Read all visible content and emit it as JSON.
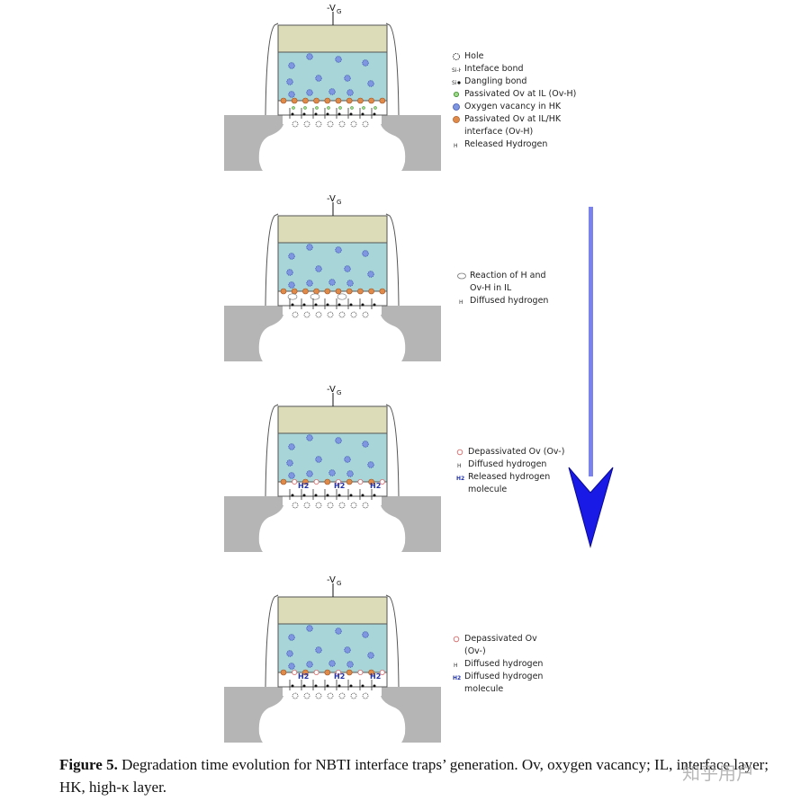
{
  "gate_voltage_label": "-V",
  "gate_voltage_sub": "G",
  "colors": {
    "gate": "#dcdcb8",
    "hk": "#a8d6d8",
    "substrate": "#b5b5b5",
    "ov_hk": "#7f96e0",
    "ov_interface": "#e08a4a",
    "ov_il": "#9ed98a",
    "arrow": "#1a1ae6"
  },
  "panels": [
    {
      "id": "p1",
      "legend": [
        {
          "icon": "hole-icon",
          "text": "Hole"
        },
        {
          "icon": "interface-bond-icon",
          "text": "Inteface bond"
        },
        {
          "icon": "dangling-bond-icon",
          "text": "Dangling bond"
        },
        {
          "icon": "passivated-ov-il-icon",
          "text": "Passivated Ov at IL (Ov-H)"
        },
        {
          "icon": "oxygen-vacancy-icon",
          "text": "Oxygen vacancy in HK"
        },
        {
          "icon": "passivated-ov-ilhk-icon",
          "text": "Passivated Ov at IL/HK\n interface (Ov-H)"
        },
        {
          "icon": "released-hydrogen-icon",
          "text": "Released Hydrogen"
        }
      ]
    },
    {
      "id": "p2",
      "legend": [
        {
          "icon": "reaction-icon",
          "text": "Reaction of H and\nOv-H in IL"
        },
        {
          "icon": "diffused-hydrogen-icon",
          "text": "Diffused hydrogen"
        }
      ]
    },
    {
      "id": "p3",
      "legend": [
        {
          "icon": "depassivated-ov-icon",
          "text": "Depassivated Ov (Ov-)"
        },
        {
          "icon": "diffused-hydrogen-icon",
          "text": "Diffused hydrogen"
        },
        {
          "icon": "hydrogen-molecule-icon",
          "text": "Released hydrogen\nmolecule"
        }
      ]
    },
    {
      "id": "p4",
      "legend": [
        {
          "icon": "depassivated-ov-icon",
          "text": "Depassivated Ov\n (Ov-)"
        },
        {
          "icon": "diffused-hydrogen-icon",
          "text": "Diffused hydrogen"
        },
        {
          "icon": "hydrogen-molecule-icon",
          "text": "Diffused hydrogen\nmolecule"
        }
      ]
    }
  ],
  "h2_label": "H2",
  "caption": {
    "label": "Figure 5.",
    "text": " Degradation time evolution for NBTI interface traps’ generation. Ov, oxygen vacancy; IL, interface layer; HK, high-κ layer."
  },
  "watermark": "知乎用户"
}
